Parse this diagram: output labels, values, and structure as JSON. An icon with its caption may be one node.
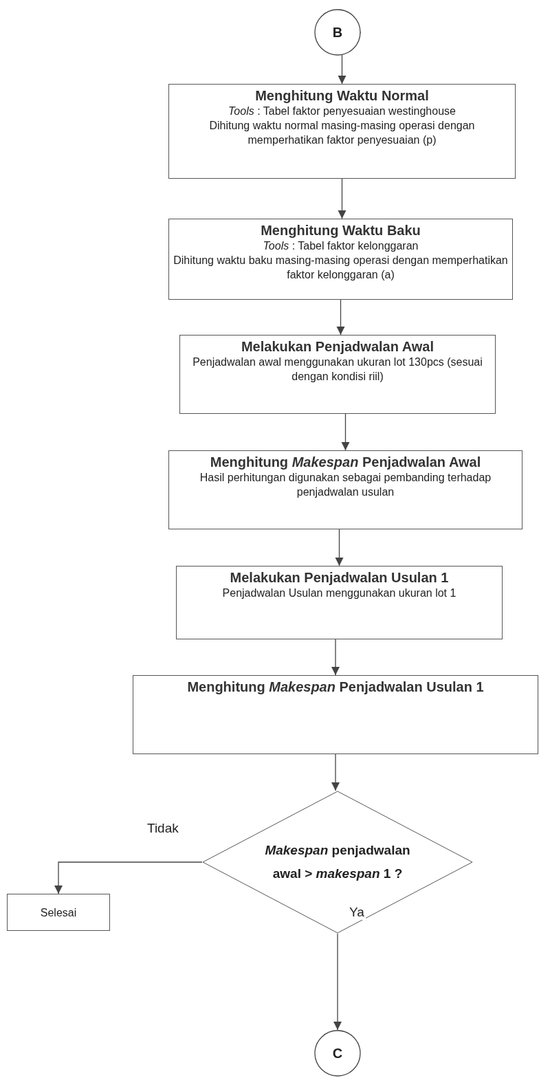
{
  "diagram": {
    "nodes": [
      {
        "text": [
          "B"
        ]
      },
      {
        "text": [
          "Menghitung Waktu Normal",
          "*Tools* : Tabel faktor penyesuaian westinghouse",
          "Dihitung waktu normal masing-masing operasi dengan memperhatikan faktor penyesuaian (p)"
        ]
      },
      {
        "text": [
          "Menghitung Waktu Baku",
          "*Tools* : Tabel faktor kelonggaran",
          "Dihitung waktu baku masing-masing operasi dengan memperhatikan faktor kelonggaran (a)"
        ]
      },
      {
        "text": [
          "Melakukan Penjadwalan Awal",
          "Penjadwalan awal menggunakan ukuran lot 130pcs (sesuai dengan kondisi riil)"
        ]
      },
      {
        "text": [
          "Menghitung *Makespan* Penjadwalan Awal",
          "Hasil perhitungan digunakan sebagai pembanding terhadap penjadwalan usulan"
        ]
      },
      {
        "text": [
          "Melakukan Penjadwalan Usulan 1",
          "Penjadwalan Usulan menggunakan ukuran lot 1"
        ]
      },
      {
        "text": [
          "Menghitung *Makespan* Penjadwalan Usulan 1"
        ]
      },
      {
        "text": [
          "*Makespan* penjadwalan awal > *makespan* 1 ?"
        ]
      },
      {
        "text": [
          "Selesai"
        ]
      },
      {
        "text": [
          "C"
        ]
      }
    ],
    "edges": [
      {
        "from": 0,
        "to": 1,
        "arrow": "to"
      },
      {
        "from": 1,
        "to": 2,
        "arrow": "to"
      },
      {
        "from": 2,
        "to": 3,
        "arrow": "to"
      },
      {
        "from": 3,
        "to": 4,
        "arrow": "to"
      },
      {
        "from": 4,
        "to": 5,
        "arrow": "to"
      },
      {
        "from": 5,
        "to": 6,
        "arrow": "to"
      },
      {
        "from": 6,
        "to": 7,
        "arrow": "to"
      },
      {
        "from": 7,
        "to": 8,
        "label": "Tidak",
        "arrow": "to"
      },
      {
        "from": 7,
        "to": 9,
        "label": "Ya",
        "arrow": "to"
      }
    ]
  }
}
